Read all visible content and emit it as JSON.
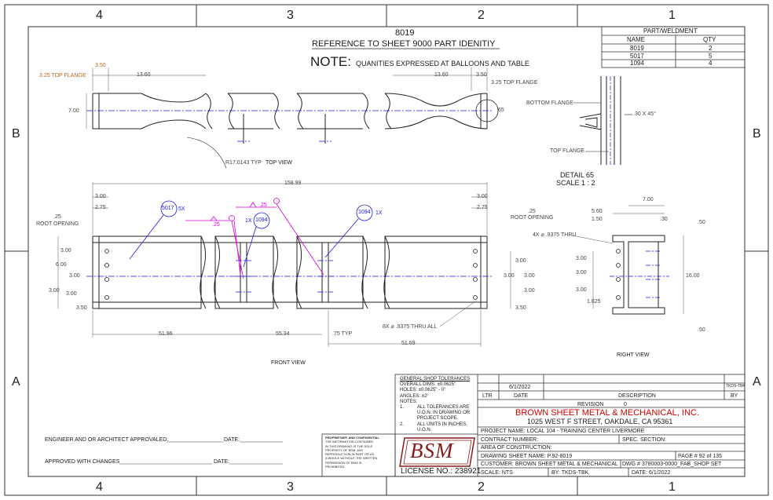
{
  "zones": {
    "top": [
      "4",
      "3",
      "2",
      "1"
    ],
    "bottom": [
      "4",
      "3",
      "2",
      "1"
    ],
    "left": [
      "B",
      "A"
    ],
    "right": [
      "B",
      "A"
    ]
  },
  "header": {
    "part_no": "8019",
    "reference": "REFERENCE TO SHEET 9000 PART IDENITIY",
    "note_label": "NOTE:",
    "note_text": "QUANITIES EXPRESSED AT BALLOONS AND TABLE"
  },
  "part_table": {
    "title": "PART/WELDMENT",
    "col_name": "NAME",
    "col_qty": "QTY",
    "rows": [
      {
        "name": "8019",
        "qty": "2"
      },
      {
        "name": "5017",
        "qty": "5"
      },
      {
        "name": "1094",
        "qty": "4"
      }
    ]
  },
  "top_view": {
    "label": "TOP VIEW",
    "dim_350": "3.50",
    "dim_1360_l": "13.60",
    "dim_1360_r": "13.60",
    "dim_350_r": "3.50",
    "flange_l": "3.25 TOP FLANGE",
    "flange_r": "3.25 TOP FLANGE",
    "dim_700": "7.00",
    "radius": "R17.0143 TYP",
    "detail_ref": "65"
  },
  "detail": {
    "bottom_flange": "BOTTOM FLANGE",
    "top_flange": "TOP FLANGE",
    "chamfer": ".30 X 45°",
    "title": "DETAIL 65",
    "scale": "SCALE 1 : 2"
  },
  "front_view": {
    "label": "FRONT VIEW",
    "overall": "158.99",
    "dim_300_l": "3.00",
    "dim_275_l": "2.75",
    "dim_300_r": "3.00",
    "dim_275_r": "2.75",
    "root_l_val": ".25",
    "root_l_txt": "ROOT OPENING",
    "root_r_val": ".25",
    "root_r_txt": "ROOT OPENING",
    "weld_l": ".25",
    "weld_r": ".25",
    "balloon_5017": "5017",
    "balloon_5017_qty": "5X",
    "balloon_1094_l": "1094",
    "balloon_1094_l_qty": "1X",
    "balloon_1094_r": "1094",
    "balloon_1094_r_qty": "1X",
    "left_dims": [
      "3.00",
      "6.00",
      "3.00",
      "3.00",
      "3.50"
    ],
    "left_mid": "3.00",
    "right_dims": [
      "3.00",
      "3.00",
      "3.00",
      "3.50"
    ],
    "right_mid": "3.00",
    "hole_note": "8X ⌀ .9375 THRU ALL",
    "dim_5196": "51.96",
    "dim_5534": "55.34",
    "dim_075": ".75 TYP",
    "dim_5169": "51.69"
  },
  "right_view": {
    "label": "RIGHT VIEW",
    "dim_700": "7.00",
    "dim_560": "5.60",
    "dim_150": "1.50",
    "dim_30": ".30",
    "hole_note": "4X ⌀ .9375 THRU",
    "dims": [
      "3.00",
      "3.00",
      "3.00",
      "1.625"
    ],
    "dim_1600": "16.00",
    "dim_50_t": ".50",
    "dim_50_b": ".50"
  },
  "tolerances": {
    "title": "GENERAL SHOP TOLERANCES",
    "overall": "OVERALL DIMS: ±0.0625\"",
    "holes": "HOLES: ±0.0625\" - 0\"",
    "angles": "ANGLES: ±2°",
    "notes_label": "NOTES:",
    "note1_num": "1.",
    "note1": [
      "ALL TOLERANCES ARE",
      "U.O.N. IN DRAWING OR",
      "PROJECT SCOPE."
    ],
    "note2_num": "2.",
    "note2": [
      "ALL UNITS IN INCHES,",
      "U.O.N."
    ]
  },
  "proprietary": {
    "title": "PROPRIETARY AND CONFIDENTIAL",
    "lines": [
      "THE INFORMATION CONTAINED",
      "IN THIS DRAWING IS THE SOLE",
      "PROPERTY OF BSM.  ANY",
      "REPRODUCTION IN PART OR AS",
      "A WHOLE WITHOUT THE WRITTEN",
      "PERMISSION OF BSM IS",
      "PROHIBITED."
    ]
  },
  "logo_text": "BSM",
  "license": "LICENSE NO.: 238921",
  "approvals": {
    "architect": "ENGINEER AND OR ARCHITECT APPROVALED:",
    "changes": "APPROVED WITH CHANGES",
    "date1": "DATE:",
    "date2": "DATE:"
  },
  "title_block": {
    "rev_date": "6/1/2022",
    "rev_by_val": "TKDS-TBK",
    "col_ltr": "LTR",
    "col_date": "DATE",
    "col_desc": "DESCRIPTION",
    "col_by": "BY",
    "revision_label": "REVISION",
    "revision_val": "0",
    "company": "BROWN SHEET METAL & MECHANICAL, INC.",
    "address": "1025 WEST F STREET, OAKDALE, CA 95361",
    "project": "PROJECT NAME: LOCAL 104 - TRAINING CENTER LIVERMORE",
    "contract": "CONTRACT NUMBER:",
    "spec": "SPEC. SECTION:",
    "area": "AREA OF CONSTRUCTION:",
    "sheet_name": "DRAWING SHEET NAME:  P.92-8019",
    "page": "PAGE # 92 of 135",
    "customer": "CUSTOMER: BROWN SHEET METAL & MECHANICAL",
    "dwg": "DWG # 3780003-0000_FAB_SHOP SET",
    "scale": "SCALE: NTS",
    "by": "BY: TKDS-TBK",
    "date": "DATE: 6/1/2022"
  },
  "colors": {
    "line": "#1a1a1a",
    "center": "#1a1ae6",
    "weld": "#d400d4",
    "company": "#d40000",
    "dim_orange": "#b5651d"
  }
}
